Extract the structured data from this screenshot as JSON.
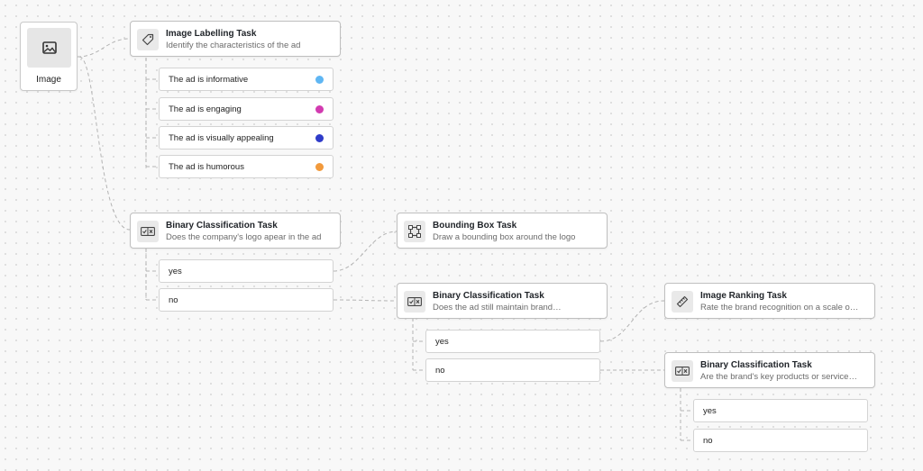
{
  "source": {
    "label": "Image",
    "icon": "image-icon"
  },
  "labelling_task": {
    "title": "Image Labelling Task",
    "subtitle": "Identify the characteristics of the ad",
    "icon": "tag-icon",
    "labels": [
      {
        "text": "The ad is informative",
        "color": "#5fb6f3"
      },
      {
        "text": "The ad is engaging",
        "color": "#d23bb0"
      },
      {
        "text": "The ad is visually appealing",
        "color": "#2f3cc9"
      },
      {
        "text": "The ad is humorous",
        "color": "#f29a3c"
      }
    ]
  },
  "binary_task_1": {
    "title": "Binary Classification Task",
    "subtitle": "Does the company's logo apear in the ad",
    "icon": "binary-toggle-icon",
    "options": [
      "yes",
      "no"
    ]
  },
  "bbox_task": {
    "title": "Bounding Box Task",
    "subtitle": "Draw a bounding box around the logo",
    "icon": "bounding-box-icon"
  },
  "binary_task_2": {
    "title": "Binary Classification Task",
    "subtitle": "Does the ad still maintain brand…",
    "icon": "binary-toggle-icon",
    "options": [
      "yes",
      "no"
    ]
  },
  "ranking_task": {
    "title": "Image Ranking Task",
    "subtitle": "Rate the brand recognition on a scale o…",
    "icon": "ruler-icon"
  },
  "binary_task_3": {
    "title": "Binary Classification Task",
    "subtitle": "Are the brand's key products or service…",
    "icon": "binary-toggle-icon",
    "options": [
      "yes",
      "no"
    ]
  }
}
